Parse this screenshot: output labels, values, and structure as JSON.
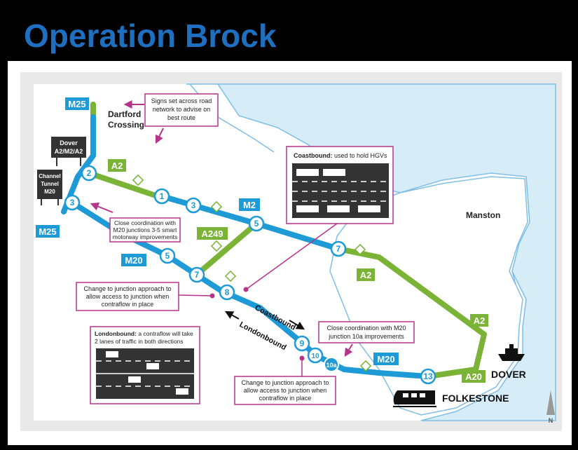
{
  "title": "Operation Brock",
  "places": {
    "dartford": [
      "Dartford",
      "Crossing"
    ],
    "manston": "Manston",
    "dover": "DOVER",
    "folkestone": "FOLKESTONE"
  },
  "signs": {
    "dover_sign": [
      "Dover",
      "A2/M2/A2"
    ],
    "channel_sign": [
      "Channel",
      "Tunnel",
      "M20"
    ]
  },
  "roads": {
    "m25_top": "M25",
    "m25_bottom": "M25",
    "a2_west": "A2",
    "m2": "M2",
    "a249": "A249",
    "m20_west": "M20",
    "a2_mid": "A2",
    "a2_east": "A2",
    "m20_east": "M20",
    "a20": "A20"
  },
  "junctions": {
    "j2": "2",
    "j3": "3",
    "j1": "1",
    "j3m2": "3",
    "j5m2": "5",
    "j7m2": "7",
    "j5m20": "5",
    "j7m20": "7",
    "j8": "8",
    "j9": "9",
    "j10": "10",
    "j10a": "10a",
    "j13": "13"
  },
  "direction_labels": {
    "coastbound": "Coastbound",
    "londonbound": "Londonbound"
  },
  "callouts": {
    "signs": [
      "Signs set across road",
      "network to advise on",
      "best route"
    ],
    "m20_junctions": [
      "Close coordination with",
      "M20 junctions 3-5 smart",
      "motorway improvements"
    ],
    "junction_approach_8": [
      "Change to junction approach to",
      "allow access to junction when",
      "contraflow in place"
    ],
    "coastbound_title": "Coastbound:",
    "coastbound_text": "used to hold HGVs",
    "londonbound_title": "Londonbound:",
    "londonbound_text": [
      "a contraflow will take",
      "2 lanes of traffic in both directions"
    ],
    "m20_10a": [
      "Close coordination with M20",
      "junction 10a improvements"
    ],
    "junction_approach_9": [
      "Change to junction approach to",
      "allow access to junction when",
      "contraflow in place"
    ]
  },
  "compass": "N",
  "colors": {
    "title": "#1f6fc0",
    "motorway": "#1e9ad6",
    "a_road": "#7ab335",
    "callout_border": "#b5338a",
    "sea": "#d6ecf7"
  }
}
